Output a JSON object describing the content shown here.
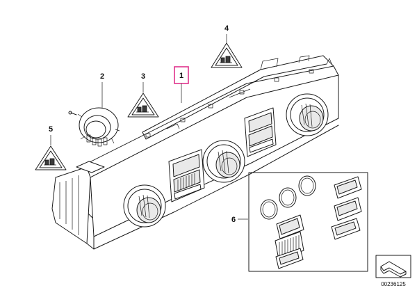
{
  "callouts": {
    "c1": "1",
    "c2": "2",
    "c3": "3",
    "c4": "4",
    "c5": "5",
    "c6": "6"
  },
  "part_code": "00236125",
  "colors": {
    "highlight_box": "#e0328c",
    "line": "#1a1a1a"
  }
}
